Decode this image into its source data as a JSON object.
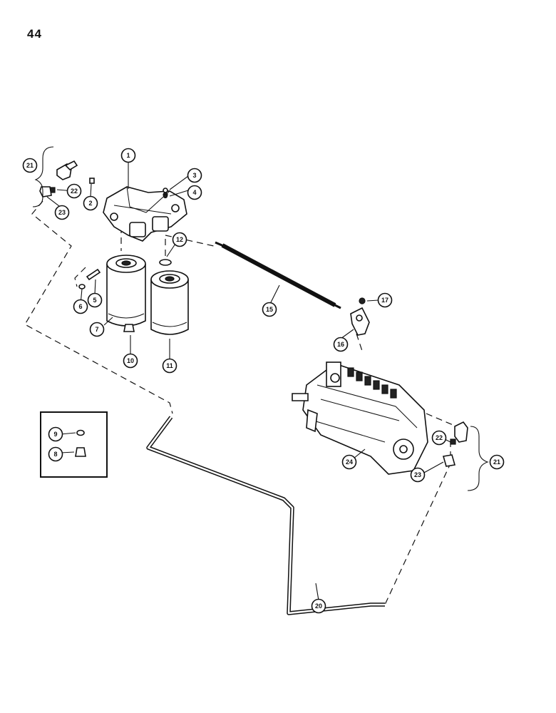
{
  "page": {
    "number": "44"
  },
  "callouts": [
    "1",
    "2",
    "3",
    "4",
    "5",
    "6",
    "7",
    "8",
    "9",
    "10",
    "11",
    "12",
    "15",
    "16",
    "17",
    "20",
    "21",
    "22",
    "23",
    "24",
    "21",
    "22",
    "23"
  ],
  "icons": {
    "arrow": "arrow-icon"
  }
}
